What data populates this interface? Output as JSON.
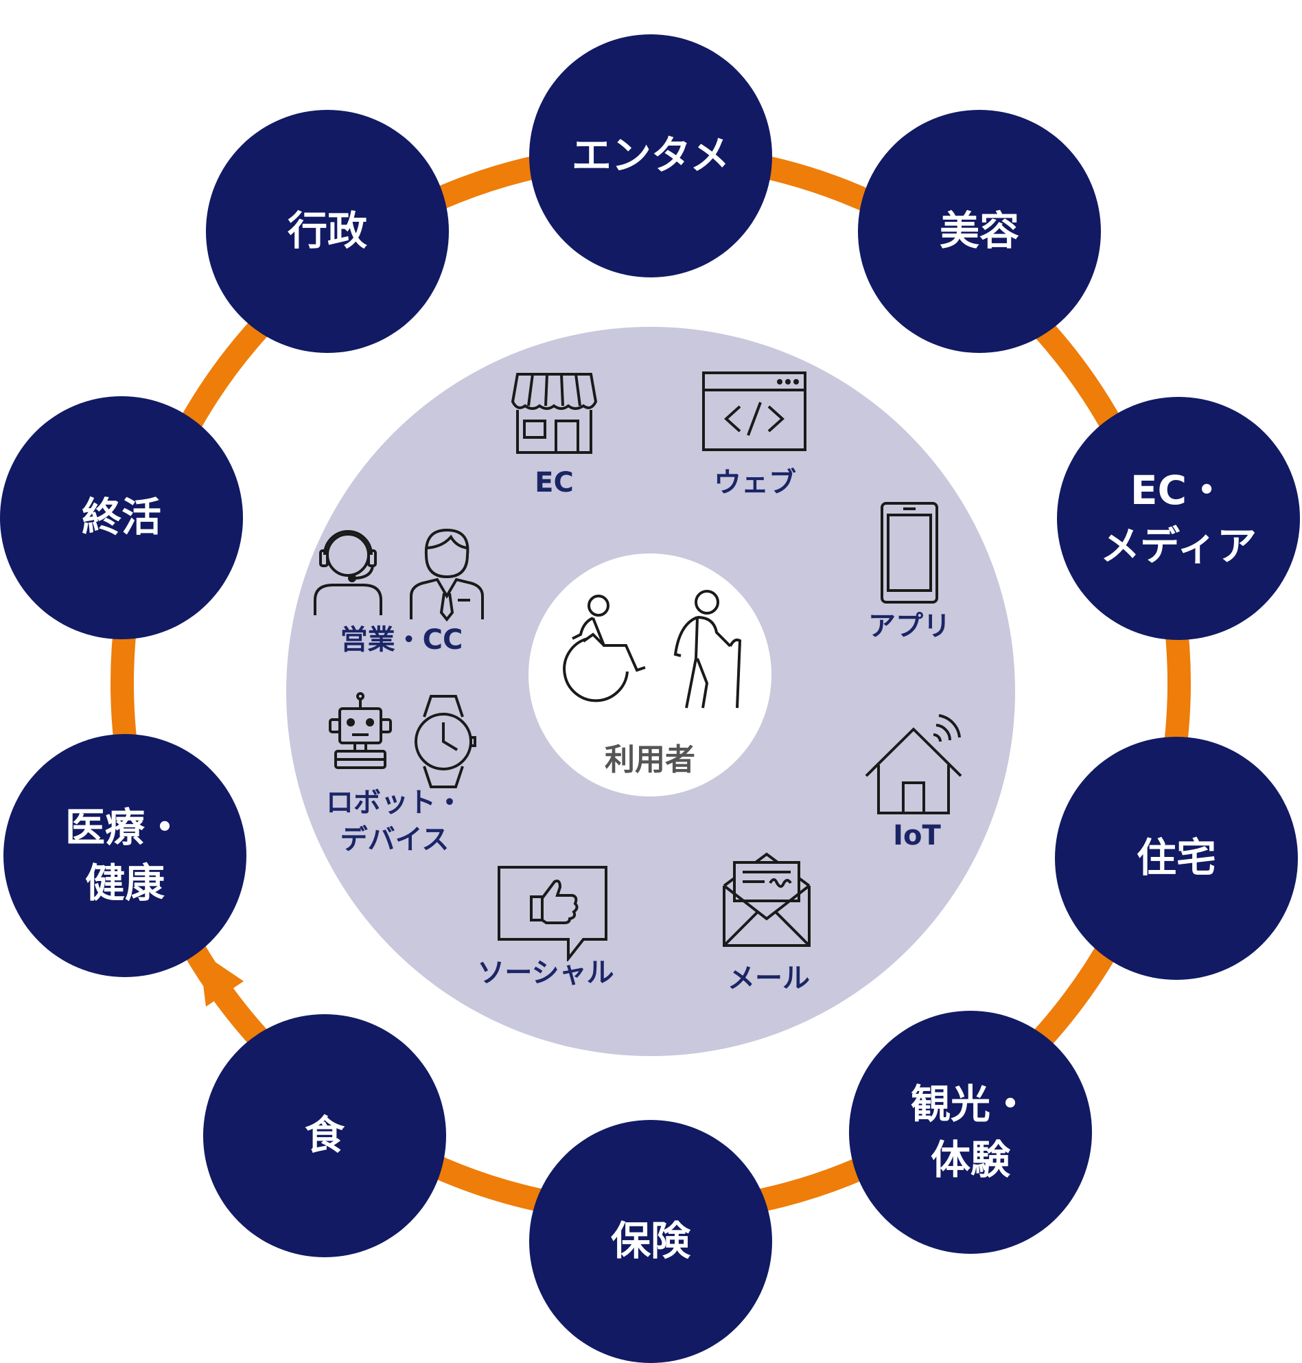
{
  "colors": {
    "node_fill": "#111a63",
    "ring": "#ee7d0a",
    "inner_disc": "#c9c8dc",
    "channel_text": "#1b2566",
    "center_text": "#555555"
  },
  "center": {
    "label": "利用者",
    "icons": [
      "wheelchair-user-icon",
      "elderly-person-with-cane-icon"
    ]
  },
  "industries": [
    {
      "lines": [
        "エンタメ"
      ]
    },
    {
      "lines": [
        "美容"
      ]
    },
    {
      "lines": [
        "EC・",
        "メディア"
      ]
    },
    {
      "lines": [
        "住宅"
      ]
    },
    {
      "lines": [
        "観光・",
        "体験"
      ]
    },
    {
      "lines": [
        "保険"
      ]
    },
    {
      "lines": [
        "食"
      ]
    },
    {
      "lines": [
        "医療・",
        "健康"
      ]
    },
    {
      "lines": [
        "終活"
      ]
    },
    {
      "lines": [
        "行政"
      ]
    }
  ],
  "channels": [
    {
      "lines": [
        "EC"
      ],
      "icon": "storefront-icon"
    },
    {
      "lines": [
        "ウェブ"
      ],
      "icon": "browser-code-icon"
    },
    {
      "lines": [
        "アプリ"
      ],
      "icon": "smartphone-icon"
    },
    {
      "lines": [
        "IoT"
      ],
      "icon": "smart-home-icon"
    },
    {
      "lines": [
        "メール"
      ],
      "icon": "envelope-icon"
    },
    {
      "lines": [
        "ソーシャル"
      ],
      "icon": "thumbs-up-speech-bubble-icon"
    },
    {
      "lines": [
        "ロボット・",
        "デバイス"
      ],
      "icon": "robot-and-watch-icon"
    },
    {
      "lines": [
        "営業・CC"
      ],
      "icon": "operator-and-salesperson-icon"
    }
  ]
}
